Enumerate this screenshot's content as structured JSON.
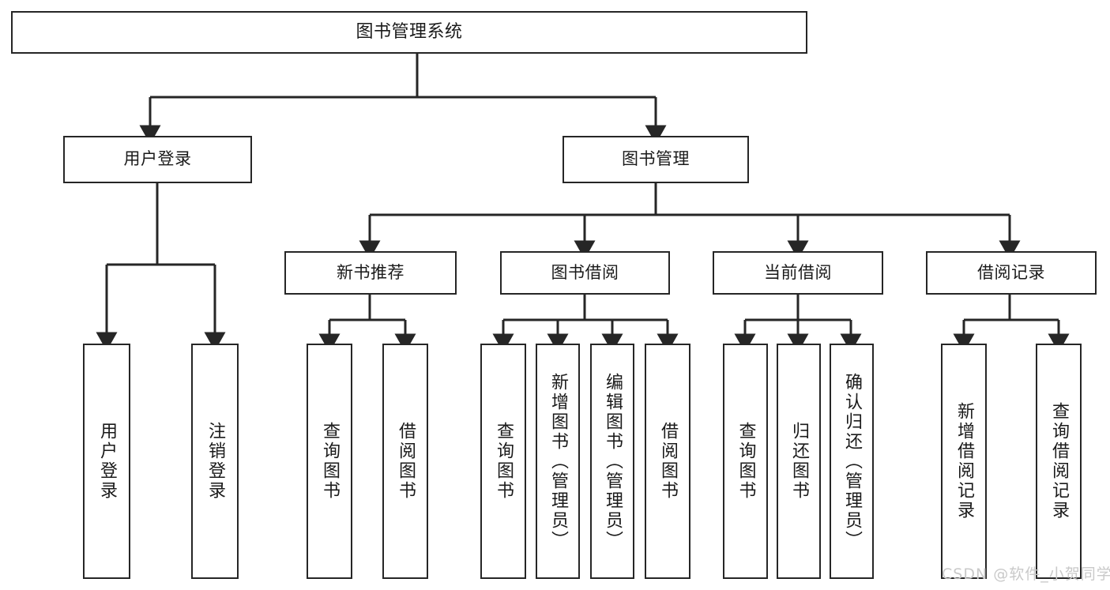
{
  "diagram": {
    "type": "tree-hierarchy-chart",
    "title": "图书管理系统",
    "watermark": "CSDN @软件_小贺同学",
    "colors": {
      "stroke": "#262626",
      "fill": "#ffffff",
      "text": "#1a1a1a",
      "watermark": "#c9c9c9"
    },
    "root": {
      "label": "图书管理系统"
    },
    "level2": [
      {
        "id": "user-login",
        "label": "用户登录"
      },
      {
        "id": "book-manage",
        "label": "图书管理"
      }
    ],
    "level3": [
      {
        "id": "new-book-rec",
        "label": "新书推荐"
      },
      {
        "id": "book-borrow",
        "label": "图书借阅"
      },
      {
        "id": "current-borrow",
        "label": "当前借阅"
      },
      {
        "id": "borrow-record",
        "label": "借阅记录"
      }
    ],
    "leaves": {
      "user_login": [
        {
          "id": "leaf-user-login",
          "label": "用户登录"
        },
        {
          "id": "leaf-logout",
          "label": "注销登录"
        }
      ],
      "new_book_rec": [
        {
          "id": "leaf-query-book-1",
          "label": "查询图书"
        },
        {
          "id": "leaf-borrow-book-1",
          "label": "借阅图书"
        }
      ],
      "book_borrow": [
        {
          "id": "leaf-query-book-2",
          "label": "查询图书"
        },
        {
          "id": "leaf-add-book",
          "label": "新增图书（管理员）"
        },
        {
          "id": "leaf-edit-book",
          "label": "编辑图书（管理员）"
        },
        {
          "id": "leaf-borrow-book-2",
          "label": "借阅图书"
        }
      ],
      "current_borrow": [
        {
          "id": "leaf-query-book-3",
          "label": "查询图书"
        },
        {
          "id": "leaf-return-book",
          "label": "归还图书"
        },
        {
          "id": "leaf-confirm-return",
          "label": "确认归还（管理员）"
        }
      ],
      "borrow_record": [
        {
          "id": "leaf-add-record",
          "label": "新增借阅记录"
        },
        {
          "id": "leaf-query-record",
          "label": "查询借阅记录"
        }
      ]
    }
  }
}
